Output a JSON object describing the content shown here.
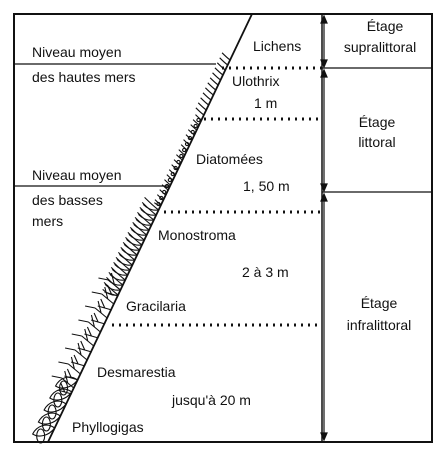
{
  "levels": {
    "high_tide_line1": "Niveau moyen",
    "high_tide_line2": "des hautes mers",
    "low_tide_line1": "Niveau moyen",
    "low_tide_line2": "des basses",
    "low_tide_line3": "mers"
  },
  "zones": [
    {
      "id": "supralittoral",
      "line1": "Étage",
      "line2": "supralittoral"
    },
    {
      "id": "littoral",
      "line1": "Étage",
      "line2": "littoral"
    },
    {
      "id": "infralittoral",
      "line1": "Étage",
      "line2": "infralittoral"
    }
  ],
  "species": [
    {
      "name": "Lichens"
    },
    {
      "name": "Ulothrix",
      "depth": "1 m"
    },
    {
      "name": "Diatomées",
      "depth": "1, 50 m"
    },
    {
      "name": "Monostroma",
      "depth": "2 à 3 m"
    },
    {
      "name": "Gracilaria"
    },
    {
      "name": "Desmarestia",
      "depth": "jusqu'à 20 m"
    },
    {
      "name": "Phyllogigas"
    }
  ],
  "colors": {
    "ink": "#111111",
    "paper": "#ffffff"
  }
}
